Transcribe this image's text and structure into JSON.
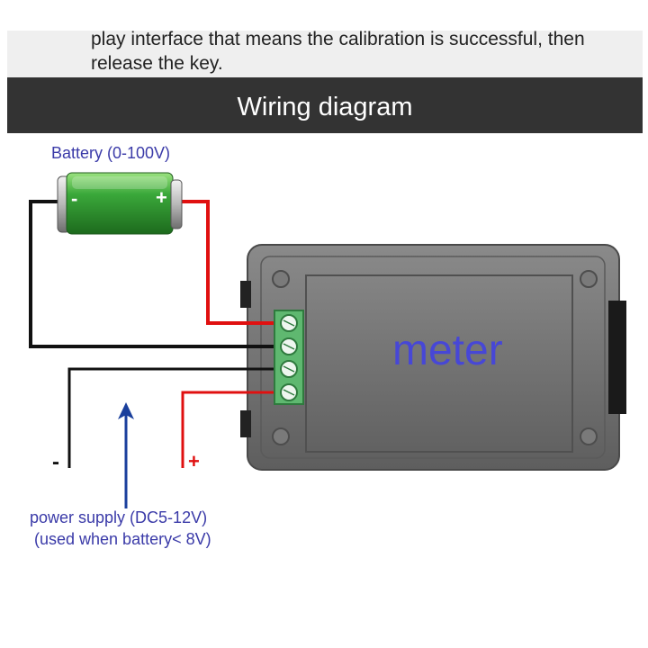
{
  "instruction": {
    "line1": "play interface that means the calibration is successful, then",
    "line2": "release the key."
  },
  "header": {
    "title": "Wiring diagram"
  },
  "diagram": {
    "battery_label": "Battery (0-100V)",
    "battery_minus": "-",
    "battery_plus": "+",
    "meter_label": "meter",
    "supply_minus": "-",
    "supply_plus": "+",
    "supply_label_line1": "power supply (DC5-12V)",
    "supply_label_line2": "(used when battery< 8V)",
    "colors": {
      "wire_positive": "#e01010",
      "wire_negative": "#111111",
      "meter_body": "#6f6f6f",
      "terminal_block": "#5fb870",
      "battery": "#2f9d2f",
      "label_text": "#3a3aa8",
      "arrow": "#1a3f9c",
      "header_bg": "#333333"
    }
  }
}
